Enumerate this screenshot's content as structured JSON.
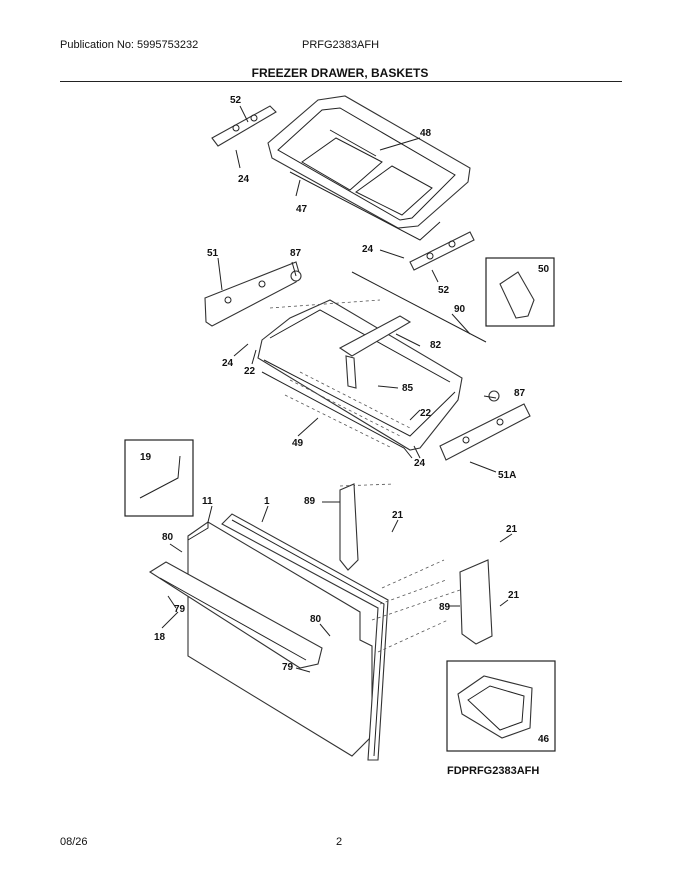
{
  "header": {
    "publication": "Publication No: 5995753232",
    "model": "PRFG2383AFH",
    "title": "FREEZER DRAWER, BASKETS"
  },
  "callouts": {
    "c52a": "52",
    "c48": "48",
    "c24a": "24",
    "c47": "47",
    "c24b": "24",
    "c52b": "52",
    "c50": "50",
    "c51": "51",
    "c87a": "87",
    "c90": "90",
    "c82": "82",
    "c24c": "24",
    "c22a": "22",
    "c85": "85",
    "c87b": "87",
    "c22b": "22",
    "c49": "49",
    "c24d": "24",
    "c51a": "51A",
    "c19": "19",
    "c11": "11",
    "c1": "1",
    "c89a": "89",
    "c21a": "21",
    "c80a": "80",
    "c21b": "21",
    "c79a": "79",
    "c18": "18",
    "c89b": "89",
    "c21c": "21",
    "c80b": "80",
    "c79b": "79",
    "c46": "46"
  },
  "diagram_code": "FDPRFG2383AFH",
  "footer": {
    "date": "08/26",
    "page": "2"
  }
}
